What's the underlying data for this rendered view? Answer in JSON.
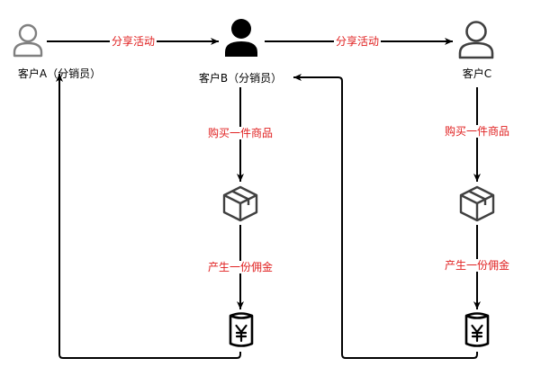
{
  "colors": {
    "edge_label": "#e02020",
    "line": "#000000",
    "user_outline": "#808080",
    "user_filled": "#000000",
    "icon_stroke": "#404040"
  },
  "nodes": {
    "customer_a": {
      "label": "客户A（分销员）",
      "icon": "user-outline-icon"
    },
    "customer_b": {
      "label": "客户B（分销员）",
      "icon": "user-filled-icon"
    },
    "customer_c": {
      "label": "客户C",
      "icon": "user-outline-icon"
    },
    "product_b": {
      "icon": "package-box-icon"
    },
    "product_c": {
      "icon": "package-box-icon"
    },
    "commission_b": {
      "icon": "yuan-cylinder-icon"
    },
    "commission_c": {
      "icon": "yuan-cylinder-icon"
    }
  },
  "edges": {
    "share_a_to_b": "分享活动",
    "share_b_to_c": "分享活动",
    "buy_b": "购买一件商品",
    "buy_c": "购买一件商品",
    "commission_b": "产生一份佣金",
    "commission_c": "产生一份佣金"
  }
}
